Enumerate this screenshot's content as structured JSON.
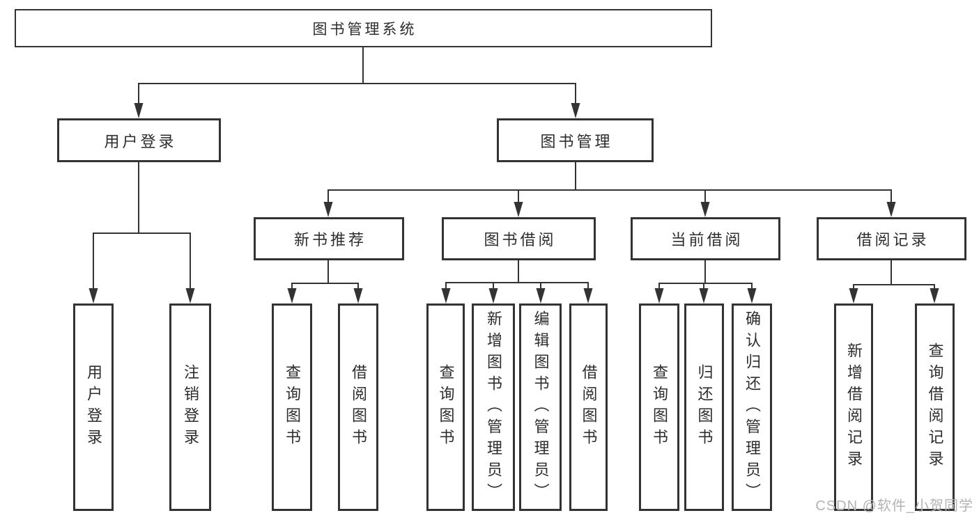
{
  "colors": {
    "line": "#333333",
    "box_border": "#333333",
    "text": "#2d2d2d",
    "watermark": "#b3b3b3",
    "background": "#ffffff"
  },
  "tree": {
    "root": "图书管理系统",
    "branches": [
      {
        "label": "用户登录",
        "children": [
          "用户登录",
          "注销登录"
        ]
      },
      {
        "label": "图书管理",
        "sections": [
          {
            "label": "新书推荐",
            "children": [
              "查询图书",
              "借阅图书"
            ]
          },
          {
            "label": "图书借阅",
            "children": [
              "查询图书",
              "新增图书（管理员）",
              "编辑图书（管理员）",
              "借阅图书"
            ]
          },
          {
            "label": "当前借阅",
            "children": [
              "查询图书",
              "归还图书",
              "确认归还（管理员）"
            ]
          },
          {
            "label": "借阅记录",
            "children": [
              "新增借阅记录",
              "查询借阅记录"
            ]
          }
        ]
      }
    ]
  },
  "watermark": "CSDN @软件_小贺同学"
}
